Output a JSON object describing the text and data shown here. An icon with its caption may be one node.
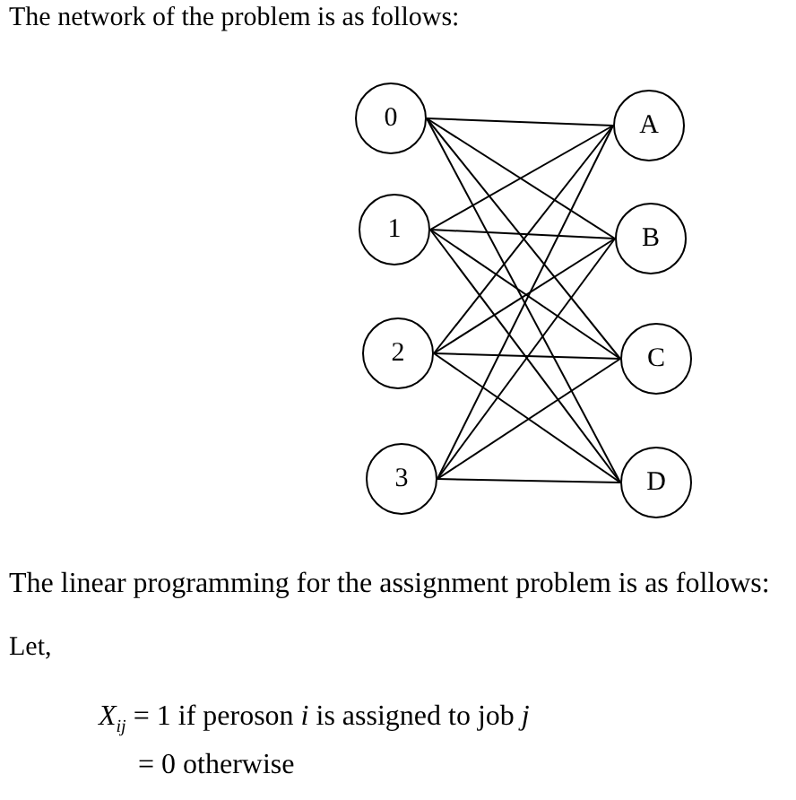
{
  "diagram": {
    "nodes": [
      {
        "text": [
          "0"
        ]
      },
      {
        "text": [
          "1"
        ]
      },
      {
        "text": [
          "2"
        ]
      },
      {
        "text": [
          "3"
        ]
      },
      {
        "text": [
          "A"
        ]
      },
      {
        "text": [
          "B"
        ]
      },
      {
        "text": [
          "C"
        ]
      },
      {
        "text": [
          "D"
        ]
      }
    ],
    "edges": [
      {
        "from": 0,
        "to": 4,
        "arrow": "none"
      },
      {
        "from": 0,
        "to": 5,
        "arrow": "none"
      },
      {
        "from": 0,
        "to": 6,
        "arrow": "none"
      },
      {
        "from": 0,
        "to": 7,
        "arrow": "none"
      },
      {
        "from": 1,
        "to": 4,
        "arrow": "none"
      },
      {
        "from": 1,
        "to": 5,
        "arrow": "none"
      },
      {
        "from": 1,
        "to": 6,
        "arrow": "none"
      },
      {
        "from": 1,
        "to": 7,
        "arrow": "none"
      },
      {
        "from": 2,
        "to": 4,
        "arrow": "none"
      },
      {
        "from": 2,
        "to": 5,
        "arrow": "none"
      },
      {
        "from": 2,
        "to": 6,
        "arrow": "none"
      },
      {
        "from": 2,
        "to": 7,
        "arrow": "none"
      },
      {
        "from": 3,
        "to": 4,
        "arrow": "none"
      },
      {
        "from": 3,
        "to": 5,
        "arrow": "none"
      },
      {
        "from": 3,
        "to": 6,
        "arrow": "none"
      },
      {
        "from": 3,
        "to": 7,
        "arrow": "none"
      }
    ],
    "labels": [
      "The network of the problem is as follows:",
      "The linear programming for the assignment problem is as follows:",
      "Let,",
      "*X*$_{ij}$ = 1 if peroson *i* is assigned to job *j*",
      "= 0 otherwise"
    ]
  }
}
